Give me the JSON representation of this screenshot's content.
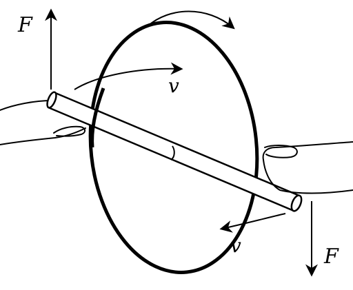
{
  "labels": {
    "force_top": "F",
    "force_bottom": "F",
    "velocity_top": "v",
    "velocity_bottom": "v"
  },
  "colors": {
    "ink": "#000000",
    "paper": "#ffffff"
  }
}
